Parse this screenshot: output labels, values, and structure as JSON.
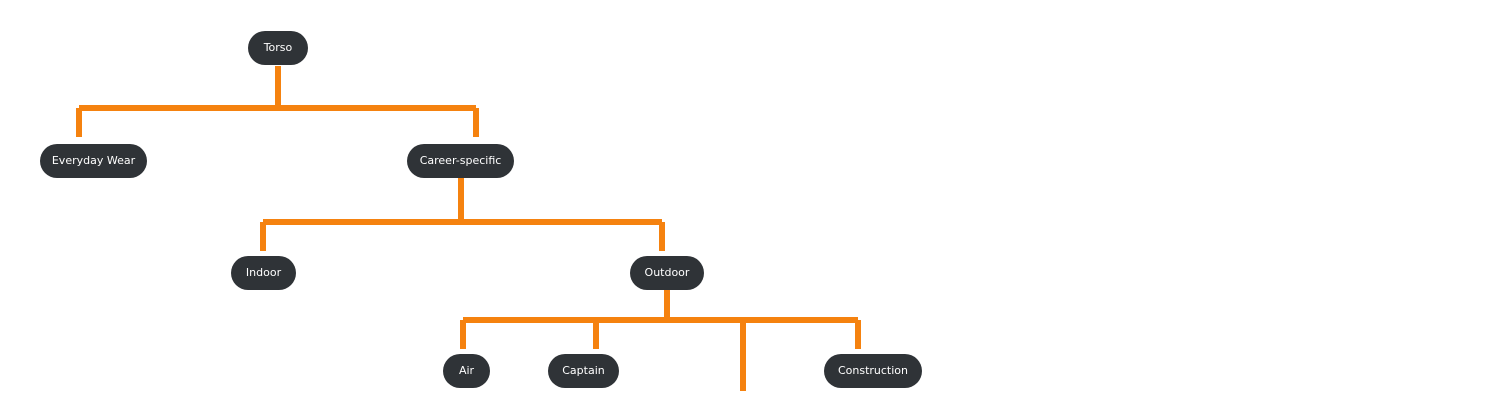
{
  "diagram": {
    "edge_color": "#f5820f",
    "node_fill": "#2f3337",
    "node_text_color": "#ffffff",
    "nodes": {
      "torso": "Torso",
      "everyday_wear": "Everyday Wear",
      "career_specific": "Career-specific",
      "indoor": "Indoor",
      "outdoor": "Outdoor",
      "air": "Air",
      "captain": "Captain",
      "construction": "Construction"
    },
    "edges": [
      {
        "from": "torso",
        "to": "everyday_wear"
      },
      {
        "from": "torso",
        "to": "career_specific"
      },
      {
        "from": "career_specific",
        "to": "indoor"
      },
      {
        "from": "career_specific",
        "to": "outdoor"
      },
      {
        "from": "outdoor",
        "to": "air"
      },
      {
        "from": "outdoor",
        "to": "captain"
      },
      {
        "from": "outdoor",
        "to": ""
      },
      {
        "from": "outdoor",
        "to": "construction"
      }
    ]
  }
}
